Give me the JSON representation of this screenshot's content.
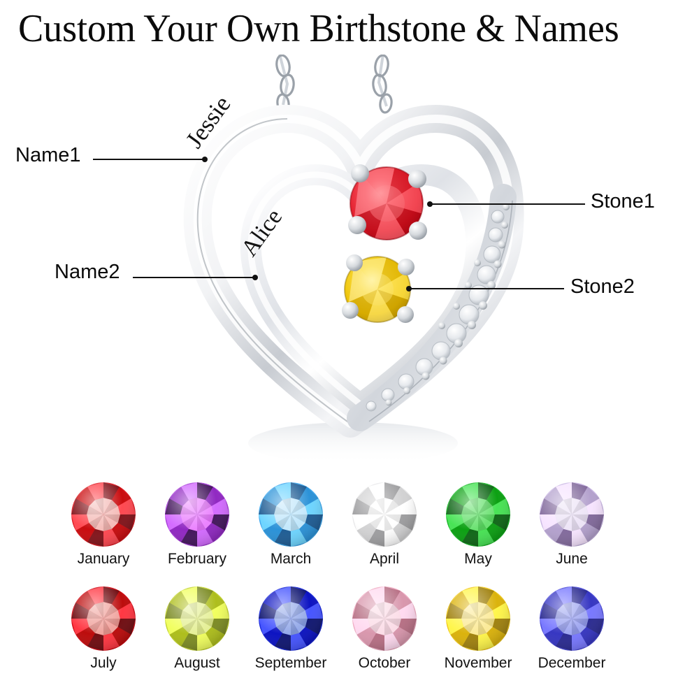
{
  "header": {
    "title": "Custom Your Own Birthstone & Names"
  },
  "product": {
    "type": "double-heart-birthstone-necklace",
    "metal_color": "#e9ecef",
    "callouts": [
      {
        "id": "name1",
        "label": "Name1",
        "side": "left"
      },
      {
        "id": "name2",
        "label": "Name2",
        "side": "left"
      },
      {
        "id": "stone1",
        "label": "Stone1",
        "side": "right"
      },
      {
        "id": "stone2",
        "label": "Stone2",
        "side": "right"
      }
    ],
    "engravings": [
      {
        "slot": "Name1",
        "text": "Jessie"
      },
      {
        "slot": "Name2",
        "text": "Alice"
      }
    ],
    "set_stones": [
      {
        "slot": "Stone1",
        "color": "#ef2b3a",
        "highlight": "#ff8a8f"
      },
      {
        "slot": "Stone2",
        "color": "#f5cf17",
        "highlight": "#fdf09a"
      }
    ]
  },
  "birthstones": {
    "columns": 6,
    "items": [
      {
        "month": "January",
        "color": "#e0131c",
        "center": "#f4b9b5",
        "dark": "#7d0910"
      },
      {
        "month": "February",
        "color": "#a437d8",
        "center": "#c princess",
        "dark": "#3b0b55"
      },
      {
        "month": "March",
        "color": "#3aa6ef",
        "center": "#bfe6fb",
        "dark": "#14558f"
      },
      {
        "month": "April",
        "color": "#e9e9ea",
        "center": "#ffffff",
        "dark": "#9a9a9c"
      },
      {
        "month": "May",
        "color": "#12b520",
        "center": "#63e06a",
        "dark": "#04600c"
      },
      {
        "month": "June",
        "color": "#c9b6e4",
        "center": "#ece3f6",
        "dark": "#7d6498"
      },
      {
        "month": "July",
        "color": "#d2000c",
        "center": "#ef9f99",
        "dark": "#6a0106"
      },
      {
        "month": "August",
        "color": "#c3d42a",
        "center": "#e4ef93",
        "dark": "#76861a"
      },
      {
        "month": "September",
        "color": "#1020d8",
        "center": "#90a6e8",
        "dark": "#050c6b"
      },
      {
        "month": "October",
        "color": "#f0abc2",
        "center": "#fbdbe6",
        "dark": "#b4697f"
      },
      {
        "month": "November",
        "color": "#f2c815",
        "center": "#fbe993",
        "dark": "#9c7c04"
      },
      {
        "month": "December",
        "color": "#4545d8",
        "center": "#9aa2ef",
        "dark": "#21218c"
      }
    ]
  }
}
